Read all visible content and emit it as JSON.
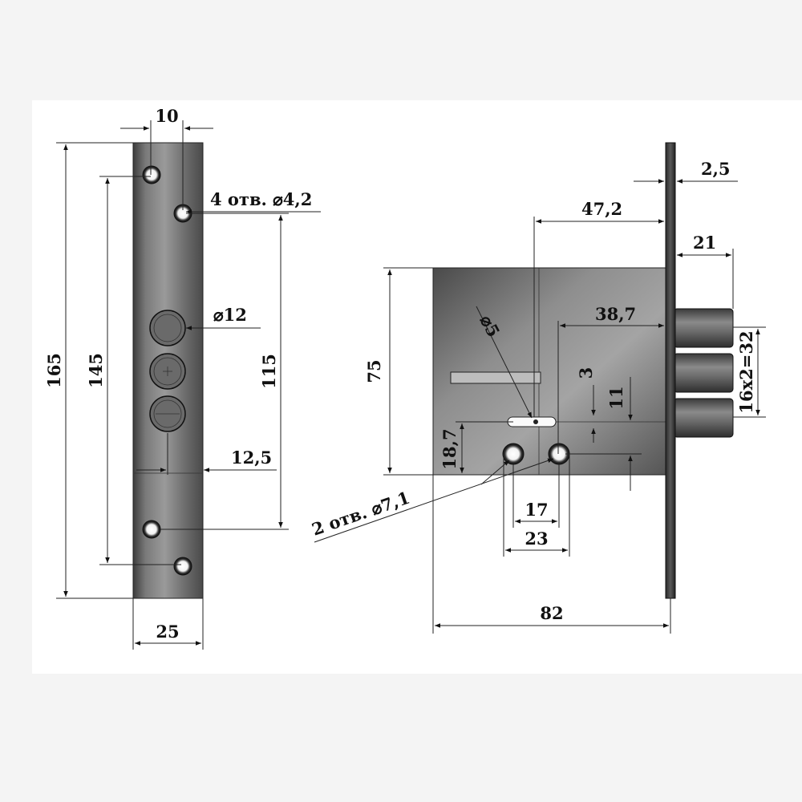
{
  "front_view": {
    "dims": {
      "overall_height": "165",
      "hole_span": "145",
      "width": "25",
      "hole_offset": "10",
      "hole_callout": "4 отв. ⌀4,2",
      "cylinder_hole": "⌀12",
      "cylinder_offset": "12,5",
      "inner_span": "115"
    }
  },
  "side_view": {
    "dims": {
      "faceplate_thickness": "2,5",
      "backset": "47,2",
      "bolt_throw": "21",
      "cylinder_axis": "38,7",
      "case_height": "75",
      "spindle_hole": "⌀5",
      "gap_3": "3",
      "gap_11": "11",
      "bolt_pitch": "16x2=32",
      "bottom_height": "18,7",
      "mount_holes": "2 отв. ⌀7,1",
      "hole_span_17": "17",
      "hole_span_23": "23",
      "case_depth": "82"
    }
  },
  "colors": {
    "metal_light": "#8a8a8a",
    "metal_dark": "#3a3a3a",
    "line": "#222222"
  }
}
